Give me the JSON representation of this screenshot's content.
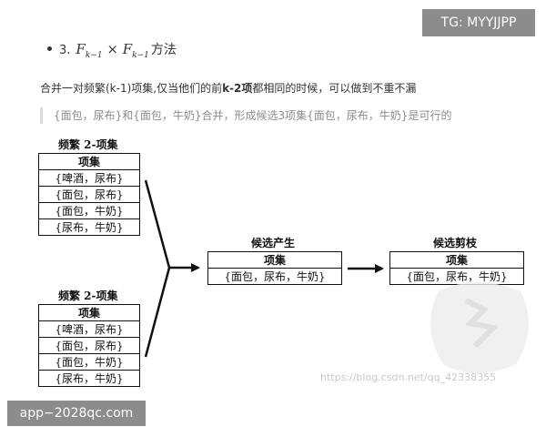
{
  "list_item": {
    "number": "3.",
    "formula": {
      "f1": "F",
      "sub1": "k−1",
      "times": "×",
      "f2": "F",
      "sub2": "k−1",
      "suffix": "方法"
    }
  },
  "paragraph": {
    "before": "合并一对频繁(k-1)项集,仅当他们的前",
    "bold": "k-2项",
    "after": "都相同的时候，可以做到不重不漏"
  },
  "quote": "{面包，尿布}和{面包，牛奶}合并，形成候选3项集{面包，尿布，牛奶}是可行的",
  "diagram": {
    "top_block": {
      "title": "频繁 2-项集",
      "header": "项集",
      "rows": [
        "{啤酒，尿布}",
        "{面包，尿布}",
        "{面包，牛奶}",
        "{尿布，牛奶}"
      ]
    },
    "bottom_block": {
      "title": "频繁 2-项集",
      "header": "项集",
      "rows": [
        "{啤酒，尿布}",
        "{面包，尿布}",
        "{面包，牛奶}",
        "{尿布，牛奶}"
      ]
    },
    "generate_block": {
      "title": "候选产生",
      "header": "项集",
      "rows": [
        "{面包，尿布，牛奶}"
      ]
    },
    "prune_block": {
      "title": "候选剪枝",
      "header": "项集",
      "rows": [
        "{面包，尿布，牛奶}"
      ]
    }
  },
  "watermarks": {
    "tg": "TG: MYYJJPP",
    "app": "app−2028qc.com",
    "csdn": "https://blog.csdn.net/qq_42338355"
  }
}
